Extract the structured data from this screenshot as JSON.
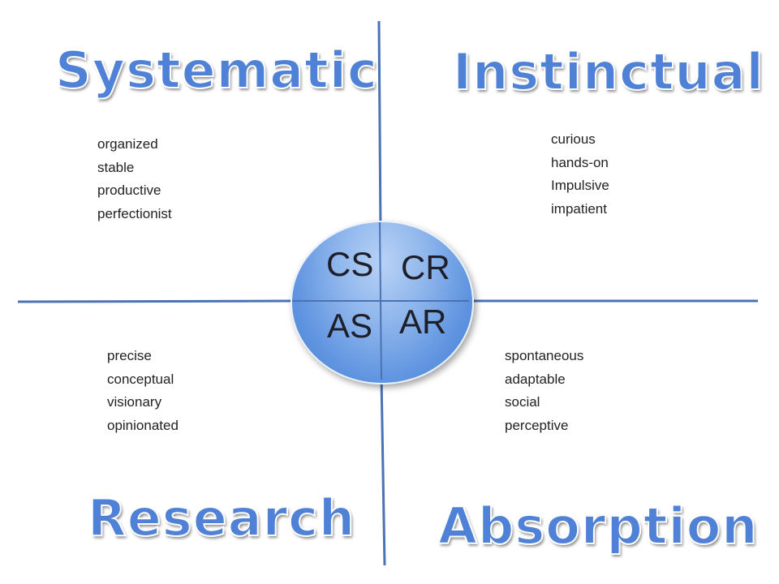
{
  "quadrants": {
    "top_left": {
      "title": "Systematic",
      "code": "CS",
      "traits": [
        "organized",
        "stable",
        "productive",
        "perfectionist"
      ]
    },
    "top_right": {
      "title": "Instinctual",
      "code": "CR",
      "traits": [
        "curious",
        "hands-on",
        "Impulsive",
        "impatient"
      ]
    },
    "bottom_left": {
      "title": "Research",
      "code": "AS",
      "traits": [
        "precise",
        "conceptual",
        "visionary",
        "opinionated"
      ]
    },
    "bottom_right": {
      "title": "Absorption",
      "code": "AR",
      "traits": [
        "spontaneous",
        "adaptable",
        "social",
        "perceptive"
      ]
    }
  },
  "colors": {
    "title": "#4f81d6",
    "axis": "#4a72b5",
    "ellipse": "#5f94e0",
    "code_text": "#1f1f2a",
    "trait_text": "#222222"
  }
}
